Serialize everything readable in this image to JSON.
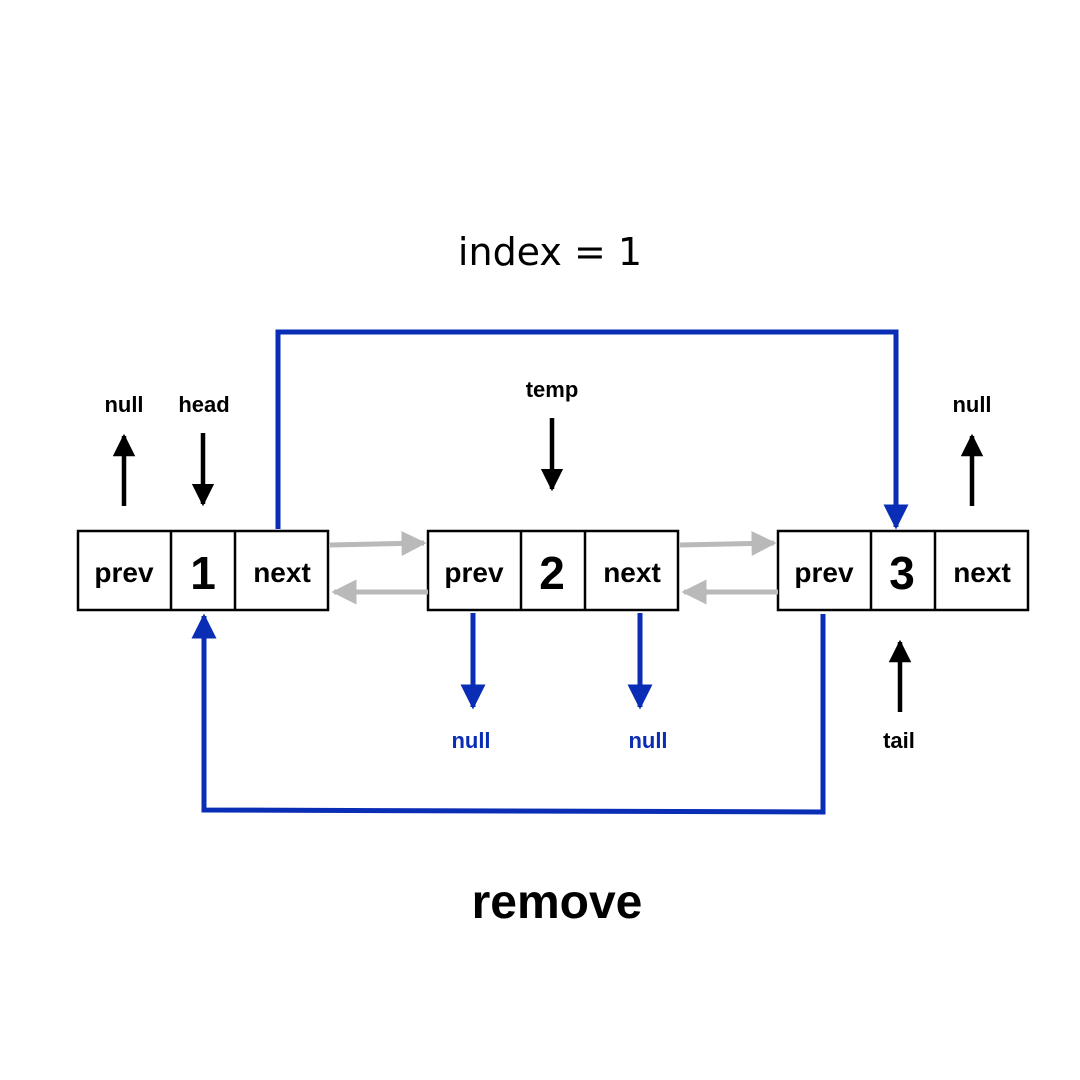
{
  "header": {
    "title": "index = 1"
  },
  "footer": {
    "caption": "remove"
  },
  "nodes": [
    {
      "prev": "prev",
      "value": "1",
      "next": "next"
    },
    {
      "prev": "prev",
      "value": "2",
      "next": "next"
    },
    {
      "prev": "prev",
      "value": "3",
      "next": "next"
    }
  ],
  "labels": {
    "null_left": "null",
    "head": "head",
    "temp": "temp",
    "null_right": "null",
    "null_temp_prev": "null",
    "null_temp_next": "null",
    "tail": "tail"
  },
  "colors": {
    "new_link": "#0a2db5",
    "old_link": "#b9b9b9",
    "pointer": "#000000"
  }
}
